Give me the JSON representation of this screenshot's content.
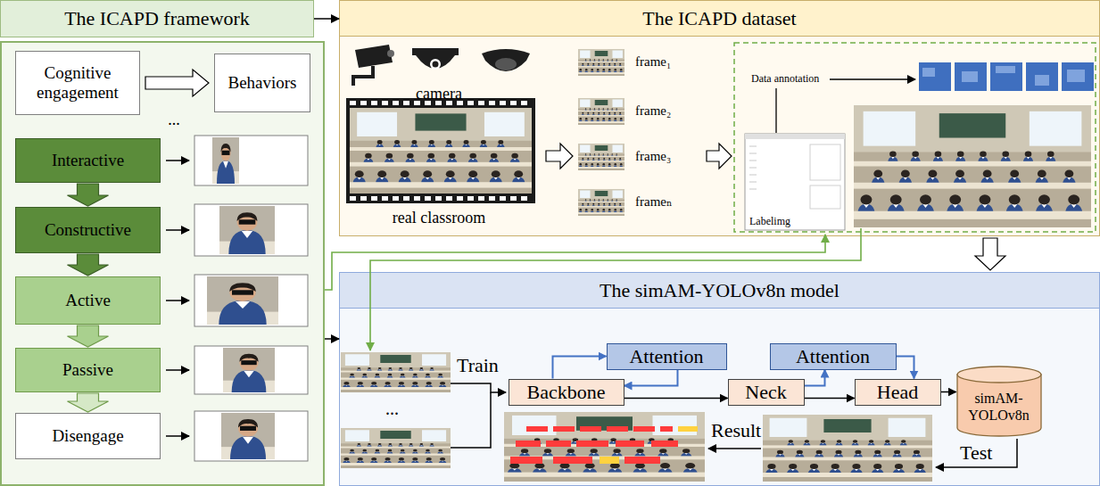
{
  "diagram": {
    "nodes": [
      {
        "text": [
          "The ICAPD framework"
        ]
      },
      {
        "text": [
          "Cognitive engagement"
        ],
        "in": 0
      },
      {
        "text": [
          "Behaviors"
        ],
        "in": 0
      },
      {
        "text": [
          "Interactive"
        ],
        "in": 0
      },
      {
        "text": [
          "Constructive"
        ],
        "in": 0
      },
      {
        "text": [
          "Active"
        ],
        "in": 0
      },
      {
        "text": [
          "Passive"
        ],
        "in": 0
      },
      {
        "text": [
          "Disengage"
        ],
        "in": 0
      },
      {
        "text": [
          "The ICAPD dataset"
        ]
      },
      {
        "text": [
          "The simAM-YOLOv8n model"
        ]
      },
      {
        "text": [
          "Attention"
        ],
        "in": 9
      },
      {
        "text": [
          "Attention"
        ],
        "in": 9
      },
      {
        "text": [
          "Backbone"
        ],
        "in": 9
      },
      {
        "text": [
          "Neck"
        ],
        "in": 9
      },
      {
        "text": [
          "Head"
        ],
        "in": 9
      },
      {
        "text": [
          "simAM-YOLOv8n"
        ],
        "in": 9
      }
    ],
    "edges": [
      {
        "from": 0,
        "to": 8,
        "arrow": "to"
      },
      {
        "from": 0,
        "to": 9,
        "arrow": "to"
      },
      {
        "from": 8,
        "to": 9,
        "arrow": "to"
      },
      {
        "from": 1,
        "to": 2,
        "arrow": "to"
      },
      {
        "from": 3,
        "to": 4,
        "arrow": "to"
      },
      {
        "from": 4,
        "to": 5,
        "arrow": "to"
      },
      {
        "from": 5,
        "to": 6,
        "arrow": "to"
      },
      {
        "from": 6,
        "to": 7,
        "arrow": "to"
      },
      {
        "from": 12,
        "to": 10,
        "arrow": "to"
      },
      {
        "from": 10,
        "to": 12,
        "arrow": "to"
      },
      {
        "from": 12,
        "to": 13,
        "arrow": "to"
      },
      {
        "from": 13,
        "to": 11,
        "arrow": "to"
      },
      {
        "from": 11,
        "to": 14,
        "arrow": "to"
      },
      {
        "from": 13,
        "to": 14,
        "arrow": "to"
      },
      {
        "from": 14,
        "to": 15,
        "arrow": "to"
      }
    ],
    "labels": [
      "...",
      "camera",
      "real classroom",
      "frame₁",
      "frame₂",
      "frame₃",
      "frameₙ",
      "Data annotation",
      "Labelimg",
      "Train",
      "...",
      "Result",
      "Test"
    ]
  }
}
